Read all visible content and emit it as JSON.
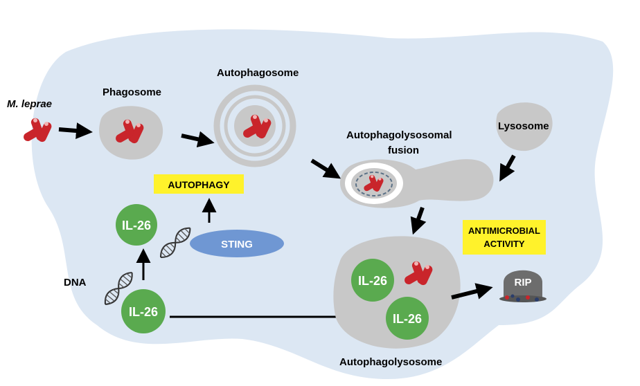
{
  "labels": {
    "pathogen": "M. leprae",
    "phagosome": "Phagosome",
    "autophagosome": "Autophagosome",
    "fusion_line1": "Autophagolysosomal",
    "fusion_line2": "fusion",
    "lysosome": "Lysosome",
    "autophagy": "AUTOPHAGY",
    "sting": "STING",
    "dna": "DNA",
    "il26": "IL-26",
    "antimicrobial_line1": "ANTIMICROBIAL",
    "antimicrobial_line2": "ACTIVITY",
    "rip": "RIP",
    "autophagolysosome": "Autophagolysosome"
  },
  "colors": {
    "cell": "#dce7f3",
    "vesicle": "#c8c8c8",
    "bacteria": "#c9252b",
    "il26": "#5aaa4f",
    "sting": "#6f97d3",
    "highlight": "#fff22b"
  }
}
